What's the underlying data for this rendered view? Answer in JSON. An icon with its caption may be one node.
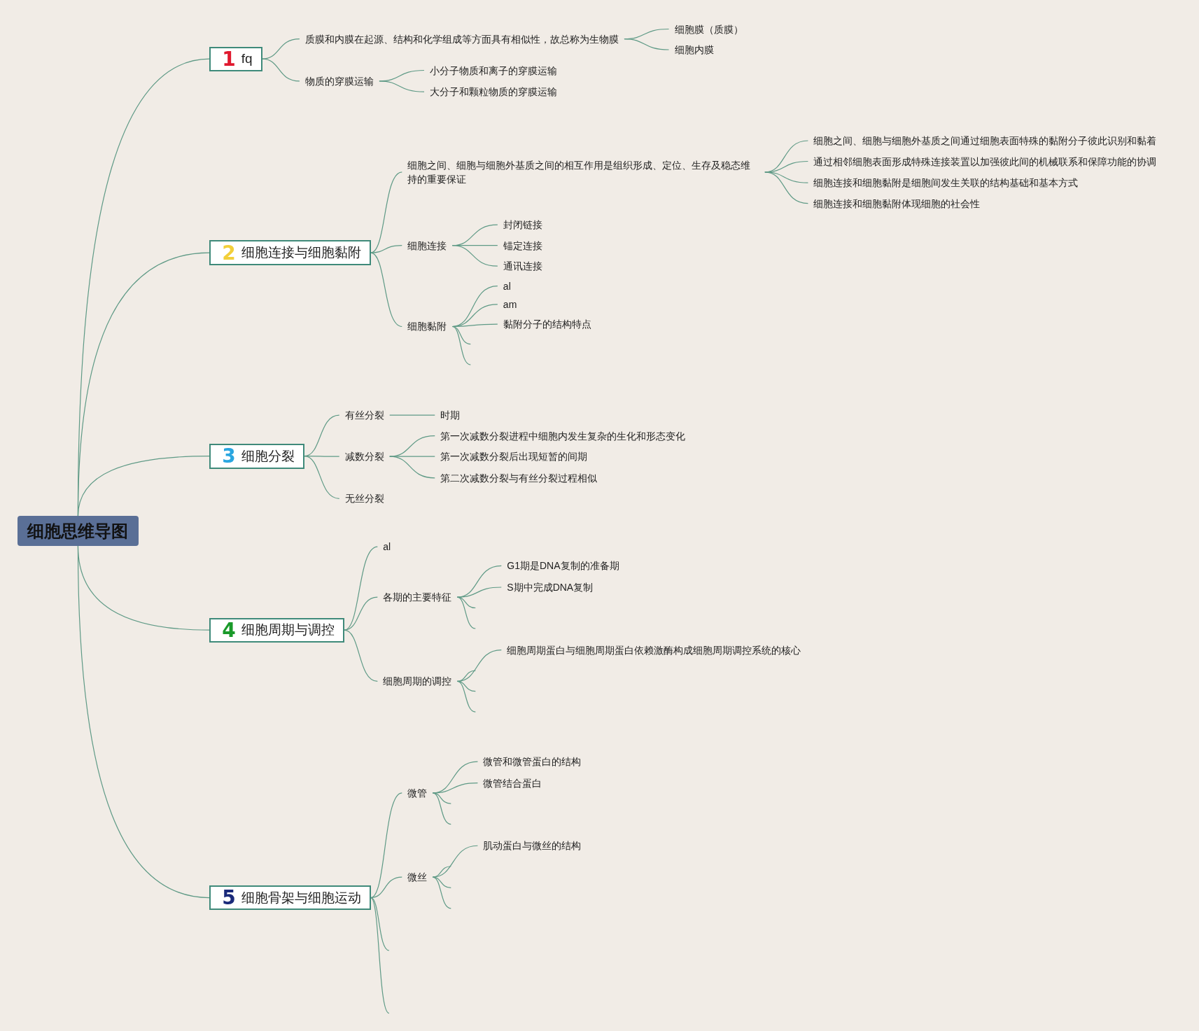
{
  "diagram": {
    "nodes": [
      {
        "text": [
          "细胞思维导图"
        ]
      },
      {
        "text": [
          "1",
          "fq"
        ]
      },
      {
        "text": [
          "质膜和内膜在起源、结构和化学组成等方面具有相似性，故总称为生物膜"
        ]
      },
      {
        "text": [
          "细胞膜（质膜）"
        ]
      },
      {
        "text": [
          "细胞内膜"
        ]
      },
      {
        "text": [
          "物质的穿膜运输"
        ]
      },
      {
        "text": [
          "小分子物质和离子的穿膜运输"
        ]
      },
      {
        "text": [
          "大分子和颗粒物质的穿膜运输"
        ]
      },
      {
        "text": [
          "2",
          "细胞连接与细胞黏附"
        ]
      },
      {
        "text": [
          "细胞之间、细胞与细胞外基质之间的相互作用是组织形成、定位、生存及稳态维持的重要保证"
        ]
      },
      {
        "text": [
          "细胞之间、细胞与细胞外基质之间通过细胞表面特殊的黏附分子彼此识别和黏着"
        ]
      },
      {
        "text": [
          "通过相邻细胞表面形成特殊连接装置以加强彼此间的机械联系和保障功能的协调"
        ]
      },
      {
        "text": [
          "细胞连接和细胞黏附是细胞间发生关联的结构基础和基本方式"
        ]
      },
      {
        "text": [
          "细胞连接和细胞黏附体现细胞的社会性"
        ]
      },
      {
        "text": [
          "细胞连接"
        ]
      },
      {
        "text": [
          "封闭链接"
        ]
      },
      {
        "text": [
          "锚定连接"
        ]
      },
      {
        "text": [
          "通讯连接"
        ]
      },
      {
        "text": [
          "细胞黏附"
        ]
      },
      {
        "text": [
          "al"
        ]
      },
      {
        "text": [
          "am"
        ]
      },
      {
        "text": [
          "黏附分子的结构特点"
        ]
      },
      {
        "text": [
          "3",
          "细胞分裂"
        ]
      },
      {
        "text": [
          "有丝分裂"
        ]
      },
      {
        "text": [
          "时期"
        ]
      },
      {
        "text": [
          "减数分裂"
        ]
      },
      {
        "text": [
          "第一次减数分裂进程中细胞内发生复杂的生化和形态变化"
        ]
      },
      {
        "text": [
          "第一次减数分裂后出现短暂的间期"
        ]
      },
      {
        "text": [
          "第二次减数分裂与有丝分裂过程相似"
        ]
      },
      {
        "text": [
          "无丝分裂"
        ]
      },
      {
        "text": [
          "4",
          "细胞周期与调控"
        ]
      },
      {
        "text": [
          "al"
        ]
      },
      {
        "text": [
          "各期的主要特征"
        ]
      },
      {
        "text": [
          "G1期是DNA复制的准备期"
        ]
      },
      {
        "text": [
          "S期中完成DNA复制"
        ]
      },
      {
        "text": [
          "细胞周期的调控"
        ]
      },
      {
        "text": [
          "细胞周期蛋白与细胞周期蛋白依赖激酶构成细胞周期调控系统的核心"
        ]
      },
      {
        "text": [
          "5",
          "细胞骨架与细胞运动"
        ]
      },
      {
        "text": [
          "微管"
        ]
      },
      {
        "text": [
          "微管和微管蛋白的结构"
        ]
      },
      {
        "text": [
          "微管结合蛋白"
        ]
      },
      {
        "text": [
          "微丝"
        ]
      },
      {
        "text": [
          "肌动蛋白与微丝的结构"
        ]
      }
    ],
    "edges": [
      {
        "from": 0,
        "to": 1,
        "arrow": "none"
      },
      {
        "from": 0,
        "to": 8,
        "arrow": "none"
      },
      {
        "from": 0,
        "to": 22,
        "arrow": "none"
      },
      {
        "from": 0,
        "to": 30,
        "arrow": "none"
      },
      {
        "from": 0,
        "to": 37,
        "arrow": "none"
      },
      {
        "from": 1,
        "to": 2,
        "arrow": "none"
      },
      {
        "from": 1,
        "to": 5,
        "arrow": "none"
      },
      {
        "from": 2,
        "to": 3,
        "arrow": "none"
      },
      {
        "from": 2,
        "to": 4,
        "arrow": "none"
      },
      {
        "from": 5,
        "to": 6,
        "arrow": "none"
      },
      {
        "from": 5,
        "to": 7,
        "arrow": "none"
      },
      {
        "from": 8,
        "to": 9,
        "arrow": "none"
      },
      {
        "from": 8,
        "to": 14,
        "arrow": "none"
      },
      {
        "from": 8,
        "to": 18,
        "arrow": "none"
      },
      {
        "from": 9,
        "to": 10,
        "arrow": "none"
      },
      {
        "from": 9,
        "to": 11,
        "arrow": "none"
      },
      {
        "from": 9,
        "to": 12,
        "arrow": "none"
      },
      {
        "from": 9,
        "to": 13,
        "arrow": "none"
      },
      {
        "from": 14,
        "to": 15,
        "arrow": "none"
      },
      {
        "from": 14,
        "to": 16,
        "arrow": "none"
      },
      {
        "from": 14,
        "to": 17,
        "arrow": "none"
      },
      {
        "from": 18,
        "to": 19,
        "arrow": "none"
      },
      {
        "from": 18,
        "to": 20,
        "arrow": "none"
      },
      {
        "from": 18,
        "to": 21,
        "arrow": "none"
      },
      {
        "from": 18,
        "to": null,
        "arrow": "none"
      },
      {
        "from": 18,
        "to": null,
        "arrow": "none"
      },
      {
        "from": 22,
        "to": 23,
        "arrow": "none"
      },
      {
        "from": 22,
        "to": 25,
        "arrow": "none"
      },
      {
        "from": 22,
        "to": 29,
        "arrow": "none"
      },
      {
        "from": 23,
        "to": 24,
        "arrow": "none"
      },
      {
        "from": 25,
        "to": 26,
        "arrow": "none"
      },
      {
        "from": 25,
        "to": 27,
        "arrow": "none"
      },
      {
        "from": 25,
        "to": 28,
        "arrow": "none"
      },
      {
        "from": 30,
        "to": 31,
        "arrow": "none"
      },
      {
        "from": 30,
        "to": 32,
        "arrow": "none"
      },
      {
        "from": 30,
        "to": 35,
        "arrow": "none"
      },
      {
        "from": 32,
        "to": 33,
        "arrow": "none"
      },
      {
        "from": 32,
        "to": 34,
        "arrow": "none"
      },
      {
        "from": 32,
        "to": null,
        "arrow": "none"
      },
      {
        "from": 32,
        "to": null,
        "arrow": "none"
      },
      {
        "from": 35,
        "to": 36,
        "arrow": "none"
      },
      {
        "from": 35,
        "to": null,
        "arrow": "none"
      },
      {
        "from": 35,
        "to": null,
        "arrow": "none"
      },
      {
        "from": 35,
        "to": null,
        "arrow": "none"
      },
      {
        "from": 37,
        "to": 38,
        "arrow": "none"
      },
      {
        "from": 37,
        "to": 41,
        "arrow": "none"
      },
      {
        "from": 37,
        "to": null,
        "arrow": "none"
      },
      {
        "from": 37,
        "to": null,
        "arrow": "none"
      },
      {
        "from": 38,
        "to": 39,
        "arrow": "none"
      },
      {
        "from": 38,
        "to": 40,
        "arrow": "none"
      },
      {
        "from": 38,
        "to": null,
        "arrow": "none"
      },
      {
        "from": 38,
        "to": null,
        "arrow": "none"
      },
      {
        "from": 41,
        "to": 42,
        "arrow": "none"
      },
      {
        "from": 41,
        "to": null,
        "arrow": "none"
      },
      {
        "from": 41,
        "to": null,
        "arrow": "none"
      },
      {
        "from": 41,
        "to": null,
        "arrow": "none"
      }
    ]
  }
}
